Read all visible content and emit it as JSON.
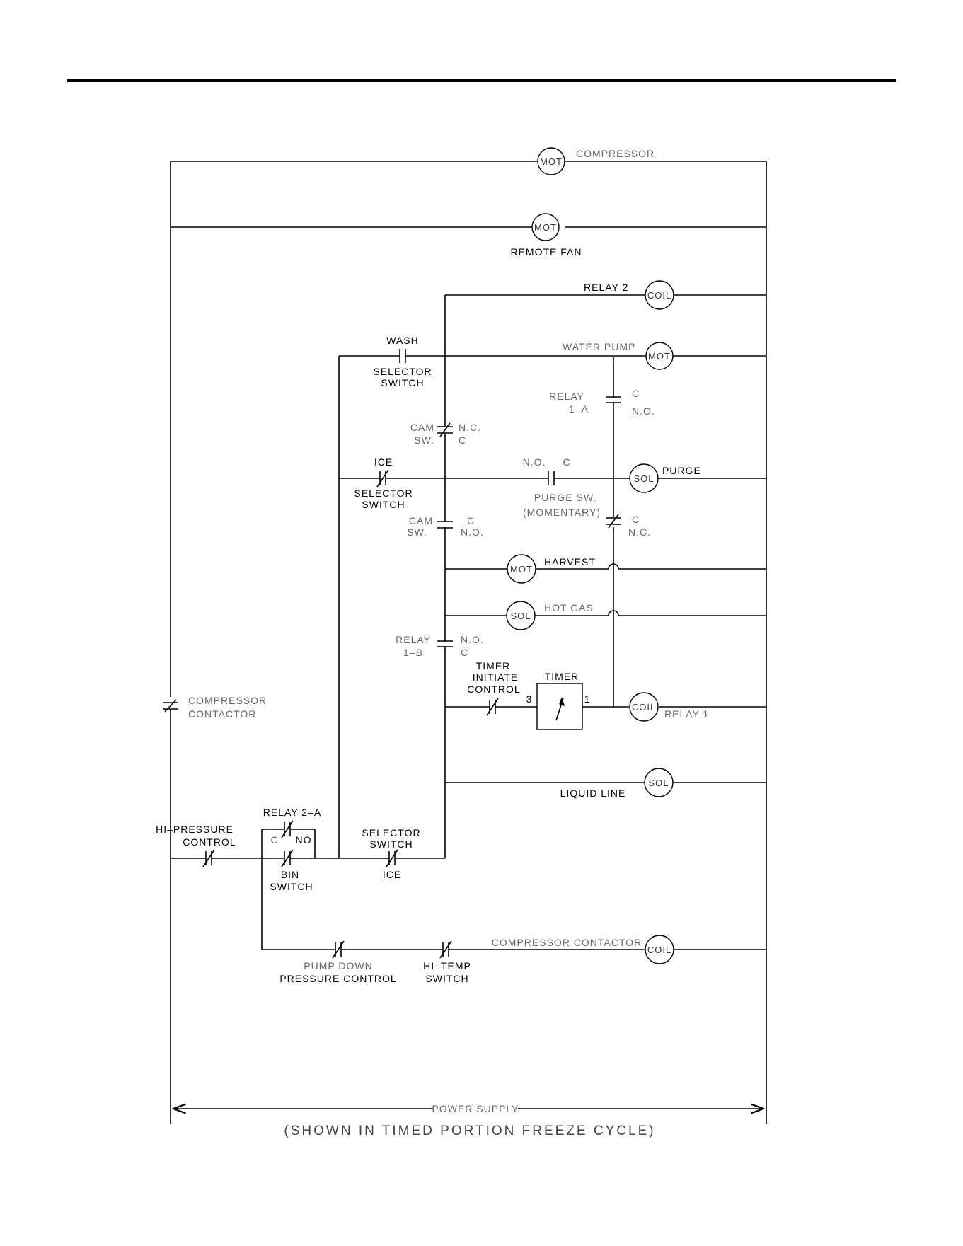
{
  "components": {
    "compressor": {
      "symbol": "MOT",
      "label": "COMPRESSOR"
    },
    "remote_fan": {
      "symbol": "MOT",
      "label": "REMOTE FAN"
    },
    "relay2_coil": {
      "symbol": "COIL",
      "label": "RELAY 2"
    },
    "water_pump": {
      "symbol": "MOT",
      "label": "WATER PUMP"
    },
    "purge": {
      "symbol": "SOL",
      "label": "PURGE"
    },
    "harvest": {
      "symbol": "MOT",
      "label": "HARVEST"
    },
    "hot_gas": {
      "symbol": "SOL",
      "label": "HOT GAS"
    },
    "relay1_coil": {
      "symbol": "COIL",
      "label": "RELAY 1"
    },
    "liquid_line": {
      "symbol": "SOL",
      "label": "LIQUID LINE"
    },
    "compressor_contactor_coil": {
      "symbol": "COIL",
      "label": "COMPRESSOR CONTACTOR"
    },
    "timer": {
      "label": "TIMER",
      "terminal_in": "3",
      "terminal_out": "1"
    }
  },
  "switches": {
    "wash_selector": {
      "top": "WASH",
      "line1": "SELECTOR",
      "line2": "SWITCH"
    },
    "ice_selector": {
      "top": "ICE",
      "line1": "SELECTOR",
      "line2": "SWITCH"
    },
    "cam_sw_1": {
      "line1": "CAM",
      "line2": "SW.",
      "t1": "N.C.",
      "t2": "C"
    },
    "cam_sw_2": {
      "line1": "CAM",
      "line2": "SW.",
      "t1": "C",
      "t2": "N.O."
    },
    "relay_1a": {
      "line1": "RELAY",
      "line2": "1–A",
      "t1": "C",
      "t2": "N.O."
    },
    "relay_1b": {
      "line1": "RELAY",
      "line2": "1–B",
      "t1": "N.O.",
      "t2": "C"
    },
    "purge_sw": {
      "t1": "N.O.",
      "t2": "C",
      "line1": "PURGE SW.",
      "line2": "(MOMENTARY)"
    },
    "purge_sw_nc": {
      "t1": "C",
      "t2": "N.C."
    },
    "timer_initiate": {
      "line1": "TIMER",
      "line2": "INITIATE",
      "line3": "CONTROL"
    },
    "compressor_contactor": {
      "line1": "COMPRESSOR",
      "line2": "CONTACTOR"
    },
    "hi_pressure": {
      "line1": "HI–PRESSURE",
      "line2": "CONTROL"
    },
    "relay_2a": {
      "label": "RELAY 2–A",
      "t1": "C",
      "t2": "NO"
    },
    "bin_switch": {
      "line1": "BIN",
      "line2": "SWITCH"
    },
    "selector_switch_ice": {
      "line1": "SELECTOR",
      "line2": "SWITCH",
      "bottom": "ICE"
    },
    "pump_down": {
      "line1": "PUMP DOWN",
      "line2": "PRESSURE CONTROL"
    },
    "hi_temp": {
      "line1": "HI–TEMP",
      "line2": "SWITCH"
    }
  },
  "footer": {
    "power_supply": "POWER SUPPLY",
    "caption": "(SHOWN IN TIMED PORTION FREEZE CYCLE)"
  }
}
